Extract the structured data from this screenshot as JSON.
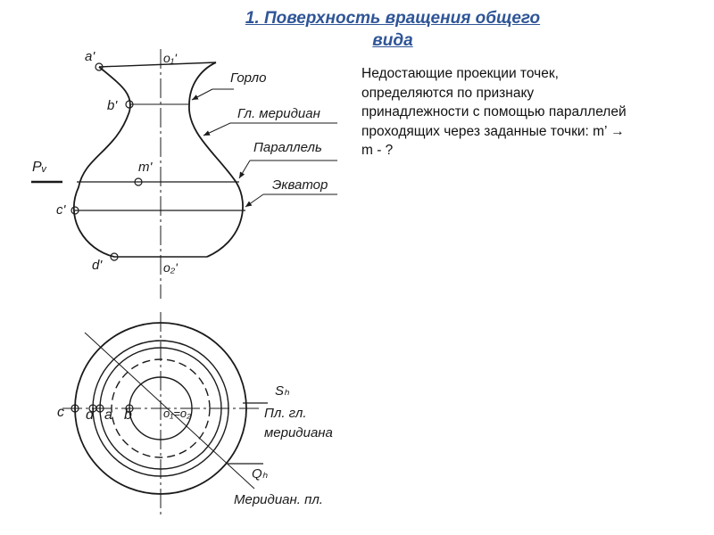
{
  "title": {
    "line1": "1. Поверхность вращения общего",
    "line2": "вида"
  },
  "description": {
    "line1": "Недостающие проекции точек,",
    "line2": "определяются по признаку",
    "line3": "принадлежности с помощью параллелей",
    "line4": "проходящих через заданные точки: m’ →",
    "line5": "m - ?"
  },
  "front_view": {
    "labels": {
      "a1": "a'",
      "o1": "o₁'",
      "b1": "b'",
      "m1": "m'",
      "c1": "c'",
      "d1": "d'",
      "o2": "o₂'",
      "pv": "Pᵥ",
      "neck": "Горло",
      "main_meridian": "Гл. меридиан",
      "parallel": "Параллель",
      "equator": "Экватор"
    }
  },
  "top_view": {
    "labels": {
      "c": "c",
      "d": "d",
      "a": "a",
      "b": "b",
      "center": "o₁=o₂",
      "sh": "Sₕ",
      "plane_main_meridian_1": "Пл. гл.",
      "plane_main_meridian_2": "меридиана",
      "qh": "Qₕ",
      "meridian_plane": "Меридиан. пл."
    }
  },
  "colors": {
    "title": "#2f5597",
    "lines": "#1a1a1a",
    "text": "#111111"
  }
}
